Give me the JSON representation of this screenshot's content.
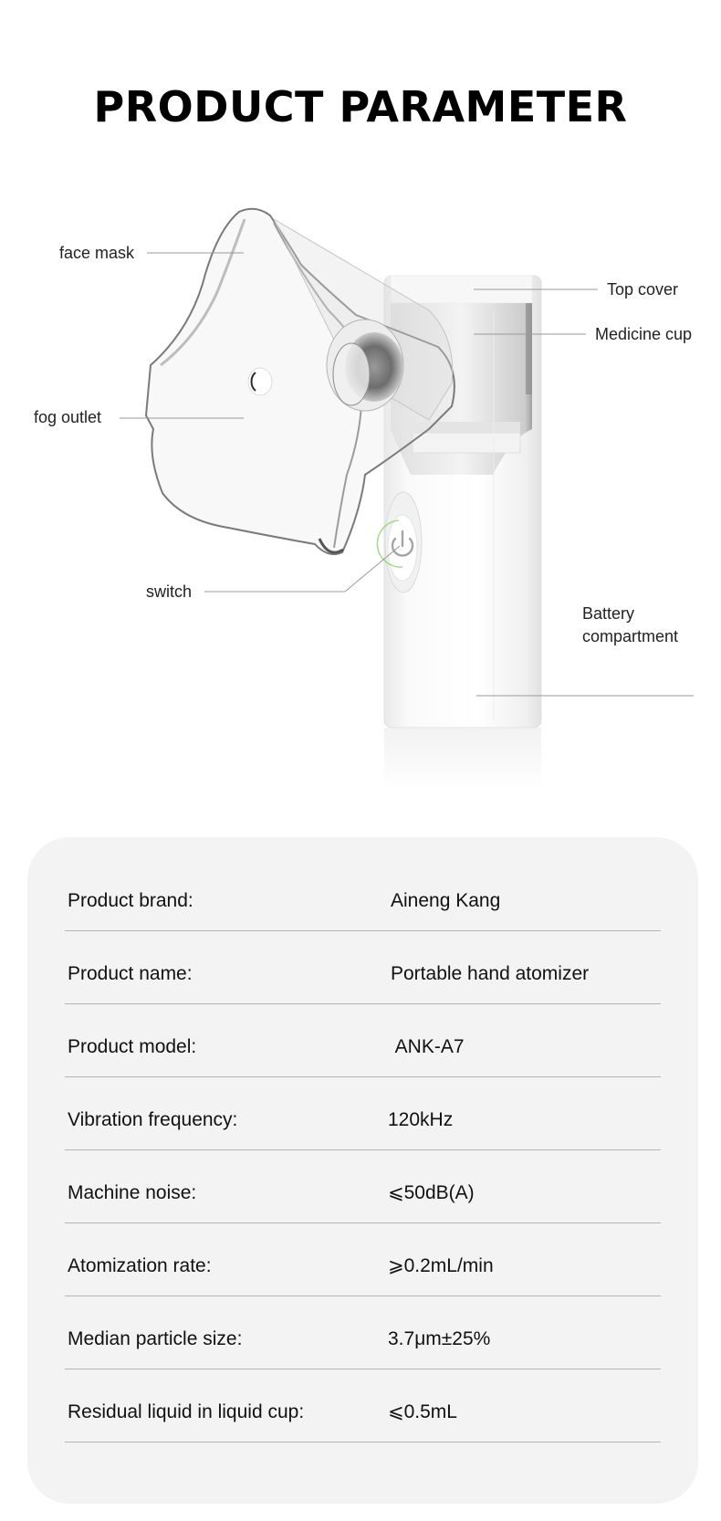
{
  "header": {
    "title": "PRODUCT PARAMETER"
  },
  "diagram": {
    "callouts": [
      {
        "id": "face-mask",
        "label": "face mask"
      },
      {
        "id": "fog-outlet",
        "label": "fog outlet"
      },
      {
        "id": "switch",
        "label": "switch"
      },
      {
        "id": "top-cover",
        "label": "Top cover"
      },
      {
        "id": "medicine-cup",
        "label": "Medicine cup"
      },
      {
        "id": "battery",
        "label_line1": "Battery",
        "label_line2": "compartment"
      }
    ],
    "icons": {
      "power": "power-icon"
    },
    "colors": {
      "indicator": "#8cd36a",
      "leader_line": "#9a9a9a",
      "panel_bg": "#f3f3f3",
      "divider": "#b4b4b4"
    }
  },
  "specs": {
    "rows": [
      {
        "label": "Product brand:",
        "value": "Aineng Kang"
      },
      {
        "label": "Product name:",
        "value": "Portable hand atomizer"
      },
      {
        "label": "Product model:",
        "value": " ANK-A7"
      },
      {
        "label": "Vibration frequency:",
        "value": "120kHz"
      },
      {
        "label": "Machine noise:",
        "value": "⩽50dB(A)"
      },
      {
        "label": "Atomization rate:",
        "value": "⩾0.2mL/min"
      },
      {
        "label": "Median particle size:",
        "value": "3.7μm±25%"
      },
      {
        "label": "Residual liquid in liquid cup:",
        "value": "⩽0.5mL"
      }
    ]
  }
}
